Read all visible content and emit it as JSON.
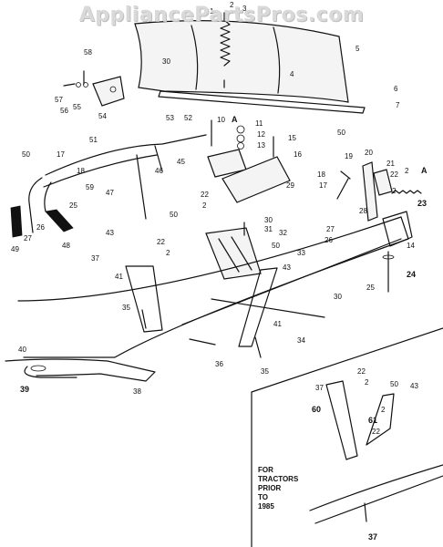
{
  "watermark": "AppliancePartsPros.com",
  "inset_note": [
    "FOR",
    "TRACTORS",
    "PRIOR",
    "TO",
    "1985"
  ],
  "labels": {
    "l1": "1",
    "l2": "2",
    "l3": "3",
    "l4": "4",
    "l5": "5",
    "l6": "6",
    "l7": "7",
    "l10": "10",
    "lA1": "A",
    "l11": "11",
    "l12": "12",
    "l13": "13",
    "l14": "14",
    "l15": "15",
    "l16": "16",
    "l17a": "17",
    "l17b": "17",
    "l18a": "18",
    "l18b": "18",
    "l19": "19",
    "l20": "20",
    "l21": "21",
    "l22a": "22",
    "l22b": "22",
    "l22c": "22",
    "l22d": "22",
    "l22e": "22",
    "l23": "23",
    "lA2": "A",
    "l2b": "2",
    "l2c": "2",
    "l2d": "2",
    "l2e": "2",
    "l24": "24",
    "l25a": "25",
    "l25b": "25",
    "l26a": "26",
    "l26b": "26",
    "l27a": "27",
    "l27b": "27",
    "l28": "28",
    "l29": "29",
    "l30a": "30",
    "l30b": "30",
    "l30c": "30",
    "l31": "31",
    "l32": "32",
    "l33": "33",
    "l34": "34",
    "l35a": "35",
    "l35b": "35",
    "l36": "36",
    "l37a": "37",
    "l37b": "37",
    "l37c": "37",
    "l38": "38",
    "l39": "39",
    "l40": "40",
    "l41a": "41",
    "l41b": "41",
    "l43a": "43",
    "l43b": "43",
    "l43c": "43",
    "l45": "45",
    "l46": "46",
    "l47": "47",
    "l48": "48",
    "l49": "49",
    "l50a": "50",
    "l50b": "50",
    "l50c": "50",
    "l50d": "50",
    "l50e": "50",
    "l51": "51",
    "l52": "52",
    "l53": "53",
    "l54": "54",
    "l55": "55",
    "l56": "56",
    "l57": "57",
    "l58": "58",
    "l59": "59",
    "l60": "60",
    "l61": "61",
    "l22f": "22",
    "l2f": "2",
    "l2g": "2"
  }
}
